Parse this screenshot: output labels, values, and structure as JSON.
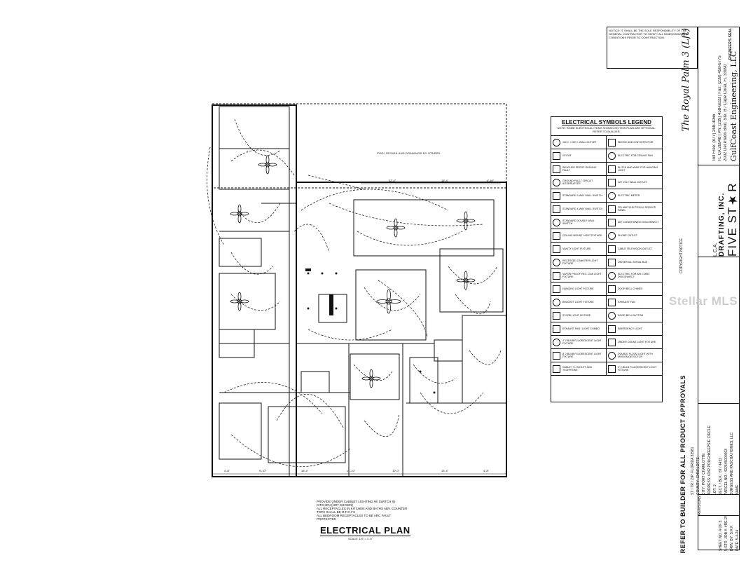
{
  "plan": {
    "title": "ELECTRICAL PLAN",
    "scale": "SCALE: 1/4\" = 1'-0\"",
    "pool_note": "POOL DESIGN AND DRAWINGS BY OTHERS.",
    "notes": [
      "PROVIDE UNDER CABINET LIGHTING W/ SWITCH IN KITCHEN (NOT SHOWN)",
      "ALL RECEPTACLES IN KITCHEN AND BATHS ABV. COUNTER TOPS SHALL BE G.F.C.I.'S",
      "ALL BEDROOM RECEPTACLES TO BE ARC FAULT PROTECTED"
    ]
  },
  "legend": {
    "title": "ELECTRICAL SYMBOLS LEGEND",
    "subtitle": "NOTE: SOME ELECTRICAL ITEMS SHOWN ON THIS PLAN ARE OPTIONAL. REFER TO BUILDER.",
    "items": [
      "110 V. / 220 V. WALL OUTLET",
      "SMOKE AND CO2 DETECTOR",
      "GFI-WT",
      "ELECTRIC FOR CEILING FAN",
      "WEATHER PROOF GROUND FAULT",
      "BLOCK AND WIRE FOR HANGING LIGHT",
      "GROUND FAULT CIRCUIT INTERRUPTER",
      "220 VOLT WALL OUTLET",
      "STANDARD 3-WAY WALL SWITCH",
      "ELECTRIC METER",
      "STANDARD 4-WAY WALL SWITCH",
      "220 AMP ELECTRICAL SERVICE PANEL",
      "STANDARD DOUBLE WALL SWITCH",
      "AIR CONDITIONING DISCONNECT",
      "CEILING MOUNT LIGHT FIXTURE",
      "PHONE OUTLET",
      "VANITY LIGHT FIXTURE",
      "CABLE TELEVISION OUTLET",
      "RECESSED CANISTER LIGHT FIXTURE",
      "UNIVERSAL SERIAL BUS",
      "VAPOR PROOF REC. CAN LIGHT FIXTURE",
      "ELECTRIC FOR AIR COND. DISCONNECT",
      "HANGING LIGHT FIXTURE",
      "DOOR BELL CHIMES",
      "BRACKET LIGHT FIXTURE",
      "EXHAUST FAN",
      "STORE LIGHT FIXTURE",
      "DOOR BELL BUTTON",
      "EXHAUST FAN / LIGHT COMBO",
      "EMERGENCY LIGHT",
      "4' 2-BULB FLUORESCENT LIGHT FIXTURE",
      "UNDER COUNT LIGHT FIXTURE",
      "8' 2-BULB FLUORESCENT LIGHT FIXTURE",
      "DOUBLE FLOOD LIGHT WITH MOTION DETECTOR",
      "CABLE T.V. OUTLET AND TELEPHONE",
      "2' 2-BULB FLUORESCENT LIGHT FIXTURE"
    ]
  },
  "engineer": {
    "firm": "GulfCoast Engineering, LLC",
    "address": "2002 Del Prado Blvd. Ste. B / Cape Coral, FL 33990",
    "license": "FL CA 26948 | Ph: (239) 458-6033 | Fax: (239) 458-6775",
    "tollfree": "Toll Free: (877) 268-3066",
    "seal_label": "ENGINEER'S SEAL",
    "notice": "NOTICE: IT SHALL BE THE SOLE RESPONSIBILITY OF THE GENERAL CONTRACTOR TO VERIFY ALL DIMENSIONS AND CONDITIONS PRIOR TO CONSTRUCTION."
  },
  "model": {
    "name": "The Royal Palm 3 (Lft)"
  },
  "drafting": {
    "name_line1": "FIVE ST★R",
    "name_line2": "DRAFTING, INC.",
    "license": "L.C.A.",
    "copyright": "COPYRIGHT NOTICE"
  },
  "watermark": "Stellar MLS",
  "refer_note": "REFER TO BUILDER FOR ALL PRODUCT APPROVALS",
  "project": {
    "labels": [
      "NAME:",
      "PARCEL NO.:",
      "SECT. / BLK.:",
      "LOT:",
      "ADDRESS:",
      "CITY:",
      "COUNTY:",
      "ST / TR / ZIP:"
    ],
    "values": [
      "BURGESS AND PASCHA HOMES, LLC",
      "422645000003",
      "8T / 4423",
      "3",
      "6342 POUGHKEEPSIE CIRCLE",
      "PORT CHARLOTTE",
      "CHARLOTTE",
      "FLORIDA  33981"
    ]
  },
  "revisions": {
    "label": "REVISIONS:"
  },
  "sheet": {
    "date_label": "DATE:",
    "date": "5-4-24",
    "drawn_label": "DRW. BY:",
    "drawn": "S.R.F.",
    "job_label": "5-STR. JOB #:",
    "job": "#RE-24",
    "sheet_label": "SHEET NO.",
    "sheet": "4 OF 5"
  }
}
